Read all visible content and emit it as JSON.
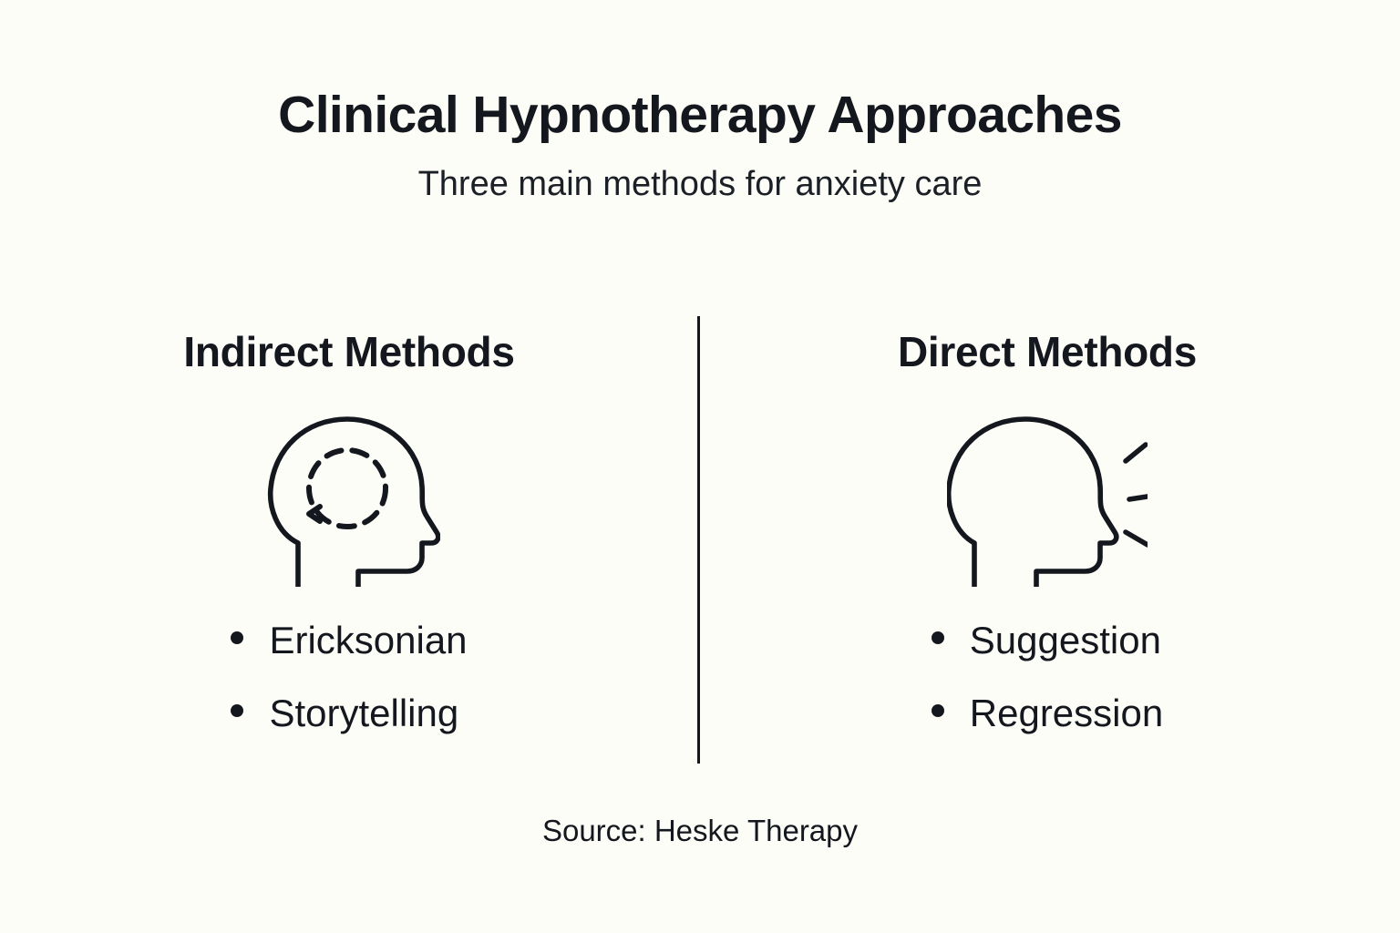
{
  "header": {
    "title": "Clinical Hypnotherapy Approaches",
    "subtitle": "Three main methods for anxiety care"
  },
  "columns": [
    {
      "heading": "Indirect Methods",
      "icon": "head-with-dashed-circular-arrow-icon",
      "bullets": [
        "Ericksonian",
        "Storytelling"
      ]
    },
    {
      "heading": "Direct Methods",
      "icon": "head-speaking-with-sound-lines-icon",
      "bullets": [
        "Suggestion",
        "Regression"
      ]
    }
  ],
  "footer": {
    "source": "Source: Heske Therapy"
  },
  "colors": {
    "background": "#fdfdf8",
    "ink": "#14181e",
    "divider": "#14181e"
  }
}
